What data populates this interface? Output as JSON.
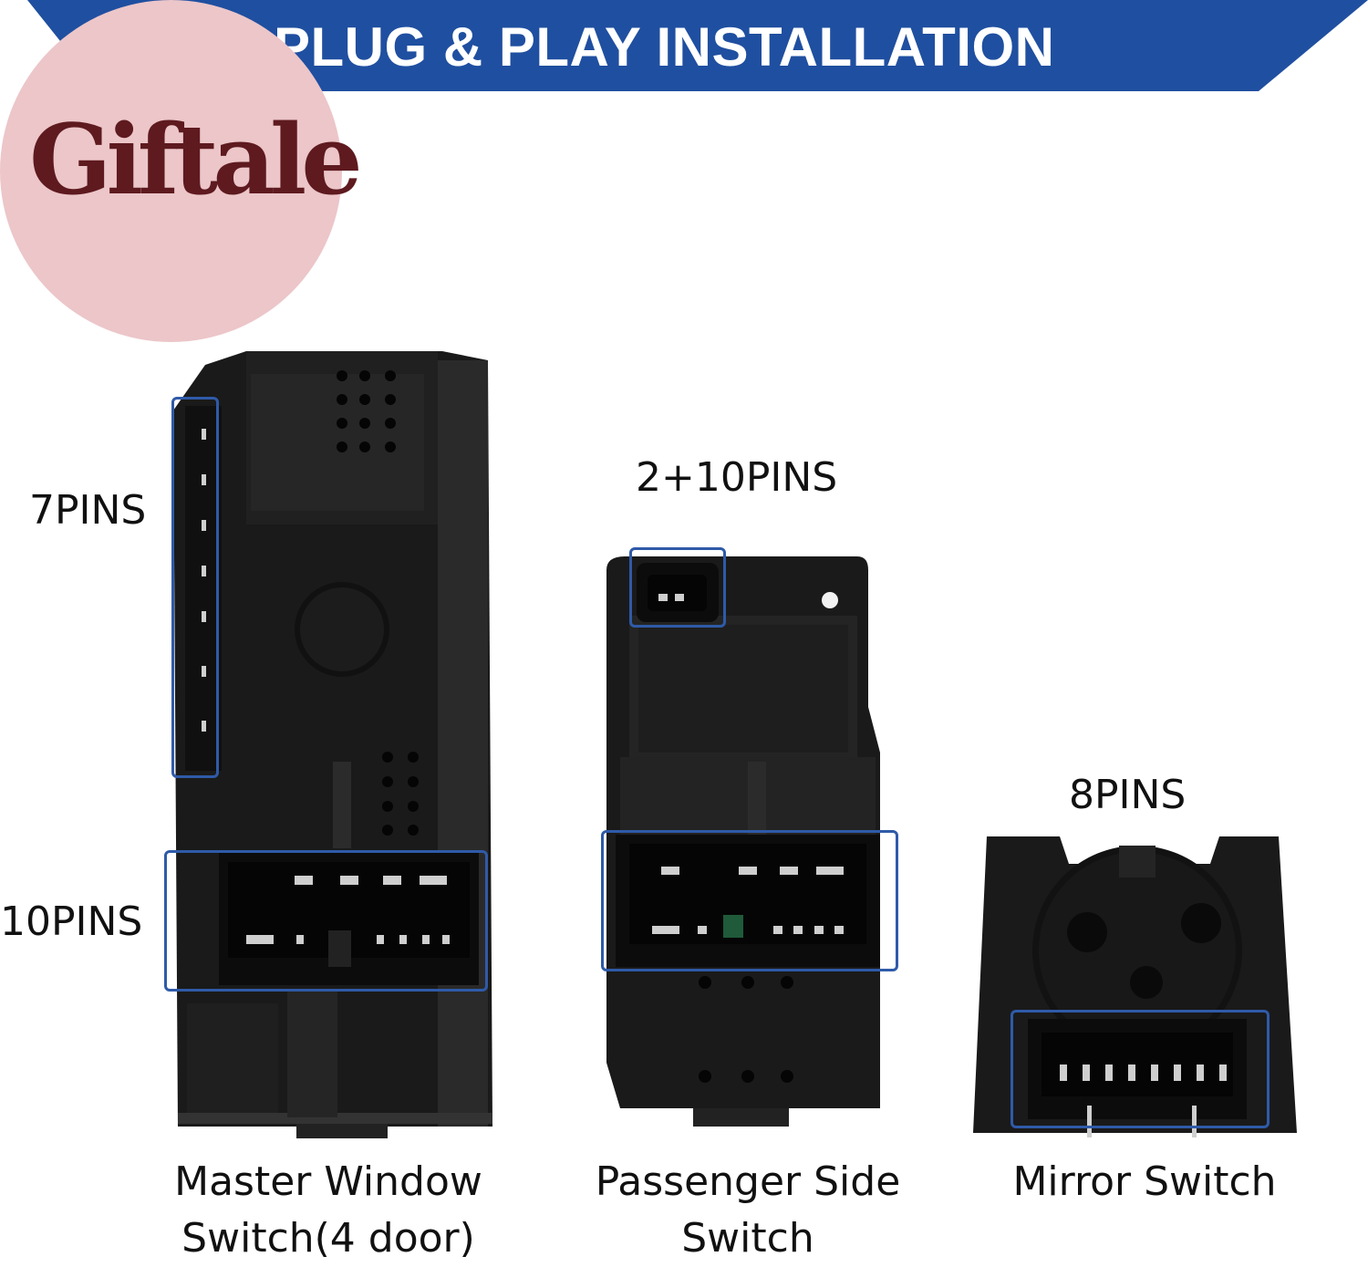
{
  "banner": {
    "title": "PLUG & PLAY INSTALLATION",
    "color": "#1f4fa0"
  },
  "logo": {
    "text": "Giftale",
    "circle_color": "#ecc6c9",
    "text_color": "#5e1a1f"
  },
  "products": [
    {
      "caption_line1": "Master Window",
      "caption_line2": "Switch(4 door)",
      "pins": [
        "7PINS",
        "10PINS"
      ]
    },
    {
      "caption_line1": "Passenger Side",
      "caption_line2": "Switch",
      "pins": [
        "2+10PINS"
      ]
    },
    {
      "caption_line1": "Mirror Switch",
      "pins": [
        "8PINS"
      ]
    }
  ],
  "highlight_color": "#2f5aa8"
}
